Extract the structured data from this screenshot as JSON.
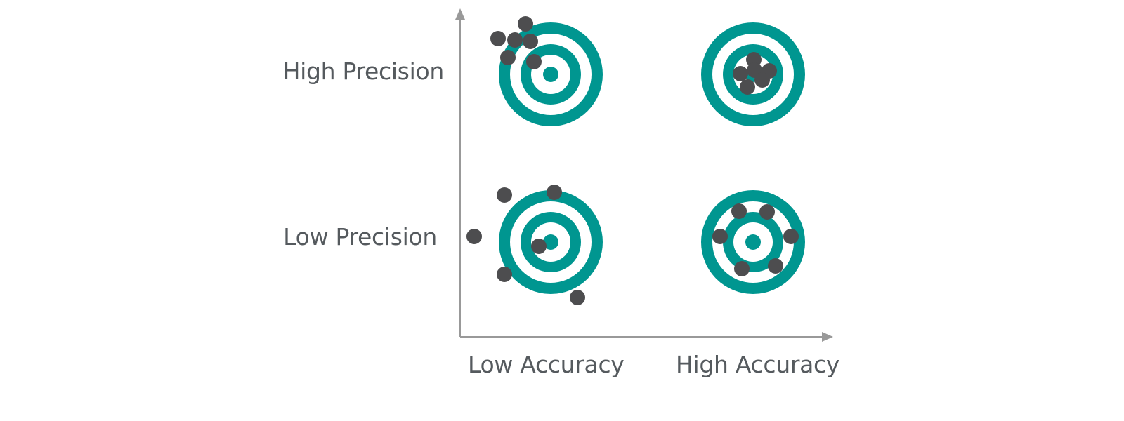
{
  "labels": {
    "high_precision": "High Precision",
    "low_precision": "Low Precision",
    "low_accuracy": "Low Accuracy",
    "high_accuracy": "High Accuracy"
  },
  "colors": {
    "target": "#009690",
    "dot": "#4d4d4f",
    "axis": "#999999",
    "label": "#555a5e",
    "background": "#ffffff"
  },
  "targets": [
    {
      "quadrant": "high-precision-low-accuracy"
    },
    {
      "quadrant": "high-precision-high-accuracy"
    },
    {
      "quadrant": "low-precision-low-accuracy"
    },
    {
      "quadrant": "low-precision-high-accuracy"
    }
  ]
}
